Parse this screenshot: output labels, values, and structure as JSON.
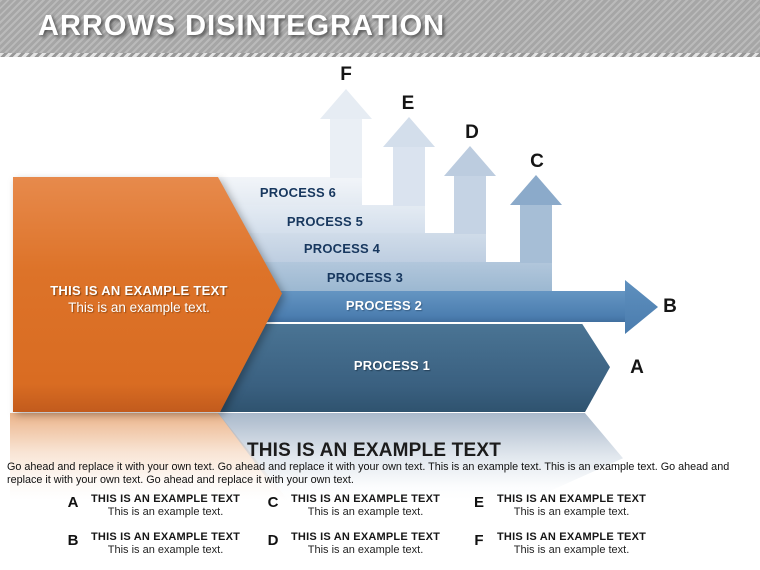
{
  "header": {
    "title": "ARROWS DISINTEGRATION"
  },
  "chevron": {
    "title": "THIS IS AN EXAMPLE TEXT",
    "subtitle": "This is an example text."
  },
  "processes": [
    "PROCESS 6",
    "PROCESS 5",
    "PROCESS 4",
    "PROCESS 3",
    "PROCESS 2",
    "PROCESS 1"
  ],
  "arrow_labels": {
    "a": "A",
    "b": "B",
    "c": "C",
    "d": "D",
    "e": "E",
    "f": "F"
  },
  "footer": {
    "heading": "THIS IS AN EXAMPLE TEXT",
    "body": "Go ahead and replace it with your own text. Go ahead and replace it with your own text. This is an example text. This is an example text. Go ahead and replace it with your own text. Go ahead and replace it with your own text."
  },
  "legend": {
    "items": [
      {
        "letter": "A",
        "title": "THIS IS AN EXAMPLE TEXT",
        "subtitle": "This is an example text."
      },
      {
        "letter": "B",
        "title": "THIS IS AN EXAMPLE TEXT",
        "subtitle": "This is an example text."
      },
      {
        "letter": "C",
        "title": "THIS IS AN EXAMPLE TEXT",
        "subtitle": "This is an example text."
      },
      {
        "letter": "D",
        "title": "THIS IS AN EXAMPLE TEXT",
        "subtitle": "This is an example text."
      },
      {
        "letter": "E",
        "title": "THIS IS AN EXAMPLE TEXT",
        "subtitle": "This is an example text."
      },
      {
        "letter": "F",
        "title": "THIS IS AN EXAMPLE TEXT",
        "subtitle": "This is an example text."
      }
    ]
  },
  "colors": {
    "orange": "#DC7026",
    "process_6": "#EAEFF5",
    "process_5": "#DAE3EF",
    "process_4": "#C5D3E4",
    "process_3": "#A6BED6",
    "process_2": "#5588B9",
    "process_1": "#3A6080",
    "label_navy": "#17375E",
    "header_gray": "#ABABAB"
  }
}
